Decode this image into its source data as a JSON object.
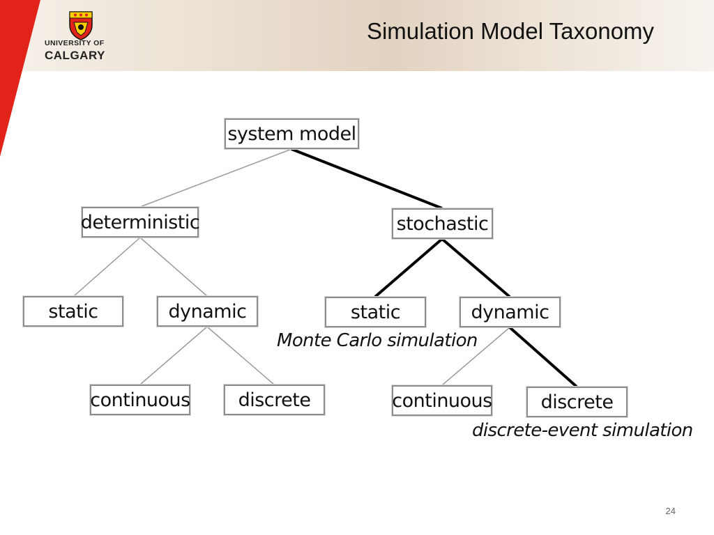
{
  "header": {
    "logo": {
      "line1": "UNIVERSITY OF",
      "line2": "CALGARY"
    },
    "title": "Simulation Model Taxonomy"
  },
  "colors": {
    "brand_red": "#e2231a",
    "brand_gold": "#ffcd00",
    "header_tan": "#e2d3c1",
    "node_border": "#8c8c8c",
    "highlight_edge": "#000000",
    "normal_edge": "#9a9a9a"
  },
  "diagram": {
    "nodes": {
      "system_model": "system model",
      "deterministic": "deterministic",
      "stochastic": "stochastic",
      "det_static": "static",
      "det_dynamic": "dynamic",
      "sto_static": "static",
      "sto_dynamic": "dynamic",
      "det_continuous": "continuous",
      "det_discrete": "discrete",
      "sto_continuous": "continuous",
      "sto_discrete": "discrete"
    },
    "annotations": {
      "monte_carlo": "Monte Carlo simulation",
      "discrete_event": "discrete-event simulation"
    },
    "highlighted_path": [
      "system model",
      "stochastic",
      "static",
      "dynamic",
      "discrete"
    ]
  },
  "footer": {
    "page_number": "24"
  }
}
